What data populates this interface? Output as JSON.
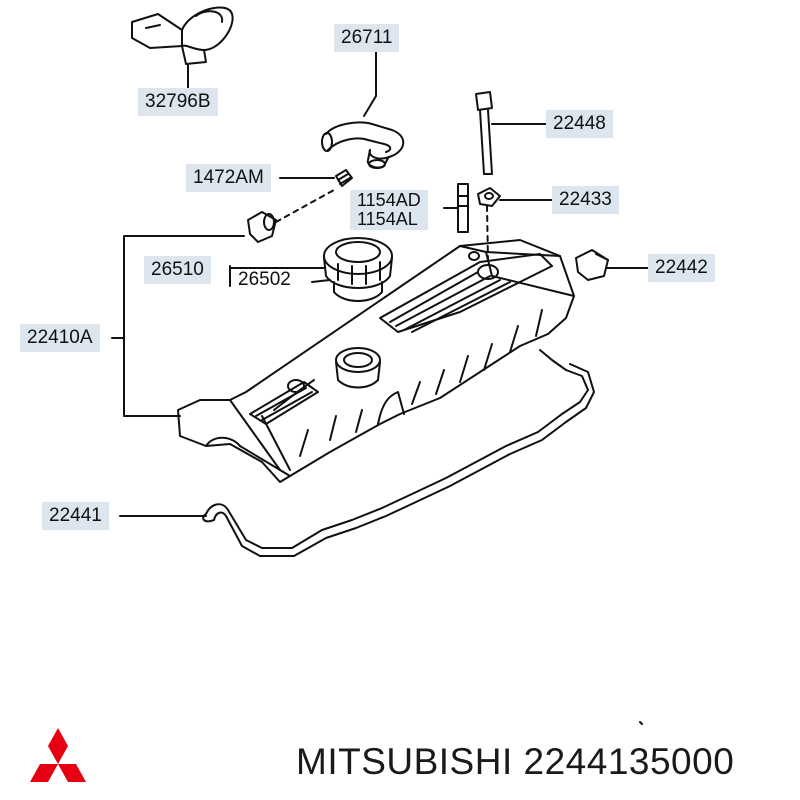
{
  "labels": {
    "p32796B": "32796B",
    "p26711": "26711",
    "p22448": "22448",
    "p1472AM": "1472AM",
    "p1154AD": "1154AD",
    "p1154AL": "1154AL",
    "p22433": "22433",
    "p26510": "26510",
    "p26502": "26502",
    "p22442": "22442",
    "p22410A": "22410A",
    "p22441": "22441"
  },
  "footer": {
    "brand_text": "MITSUBISHI 2244135000"
  },
  "colors": {
    "label_background": "#dde6ef",
    "logo_red": "#e60012",
    "line": "#111111"
  },
  "icons": {
    "logo": "mitsubishi-three-diamonds-icon"
  }
}
